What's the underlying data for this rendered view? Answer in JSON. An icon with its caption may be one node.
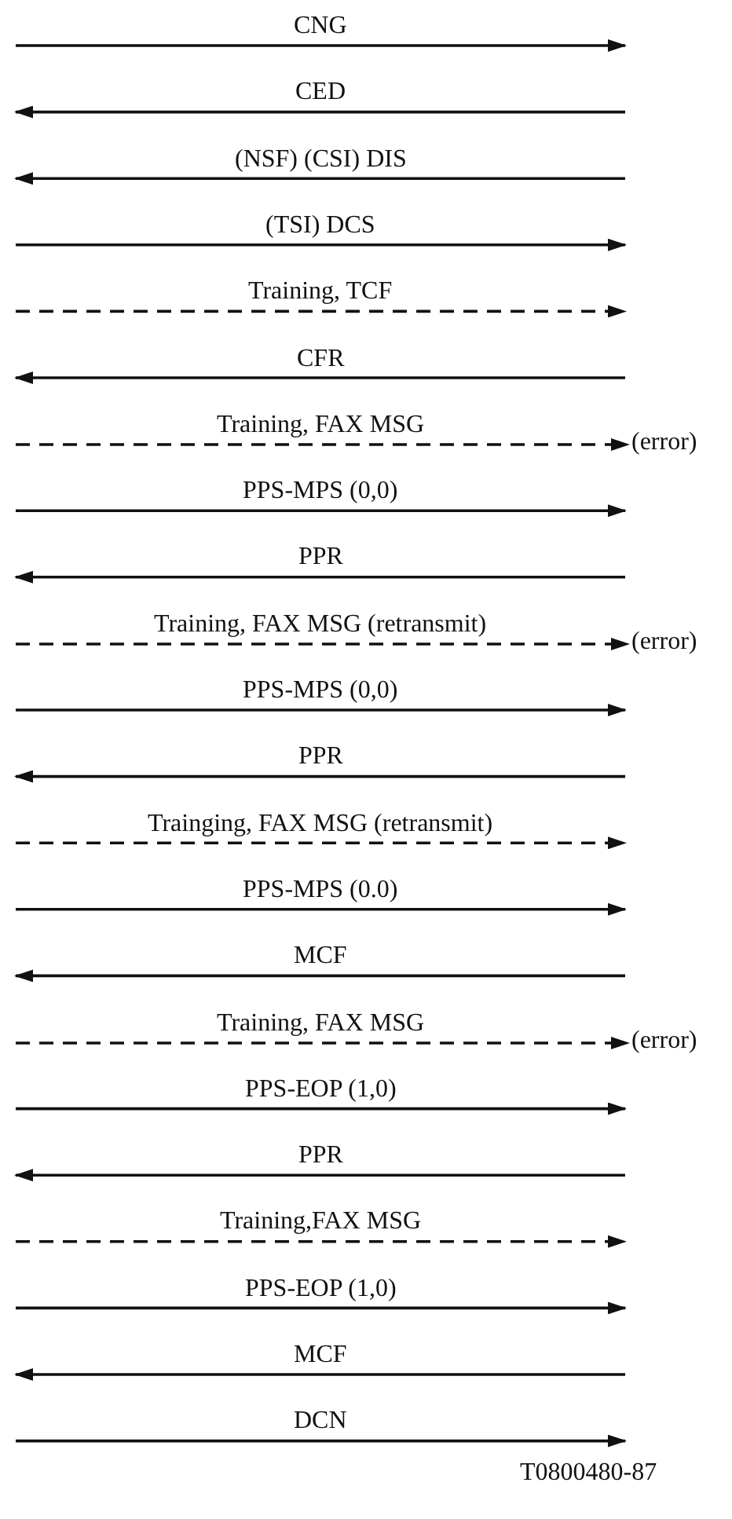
{
  "diagram": {
    "nodes": [
      {
        "text": [
          "(error)"
        ]
      },
      {
        "text": [
          "(error)"
        ]
      },
      {
        "text": [
          "(error)"
        ]
      }
    ],
    "edges": [
      {
        "from": null,
        "to": 0,
        "arrow": "to",
        "label": "Training, FAX MSG",
        "style": "dashed"
      },
      {
        "from": null,
        "to": 1,
        "arrow": "to",
        "label": "Training, FAX MSG (retransmit)",
        "style": "dashed"
      },
      {
        "from": null,
        "to": 2,
        "arrow": "to",
        "label": "Training, FAX MSG",
        "style": "dashed"
      }
    ],
    "labels": [
      "CNG",
      "CED",
      "(NSF) (CSI) DIS",
      "(TSI) DCS",
      "Training, TCF",
      "CFR",
      "PPS-MPS (0,0)",
      "PPR",
      "PPS-MPS (0,0)",
      "PPR",
      "Trainging, FAX MSG (retransmit)",
      "PPS-MPS (0.0)",
      "MCF",
      "PPS-EOP (1,0)",
      "PPR",
      "Training,FAX MSG",
      "PPS-EOP (1,0)",
      "MCF",
      "DCN",
      "T0800480-87"
    ]
  }
}
